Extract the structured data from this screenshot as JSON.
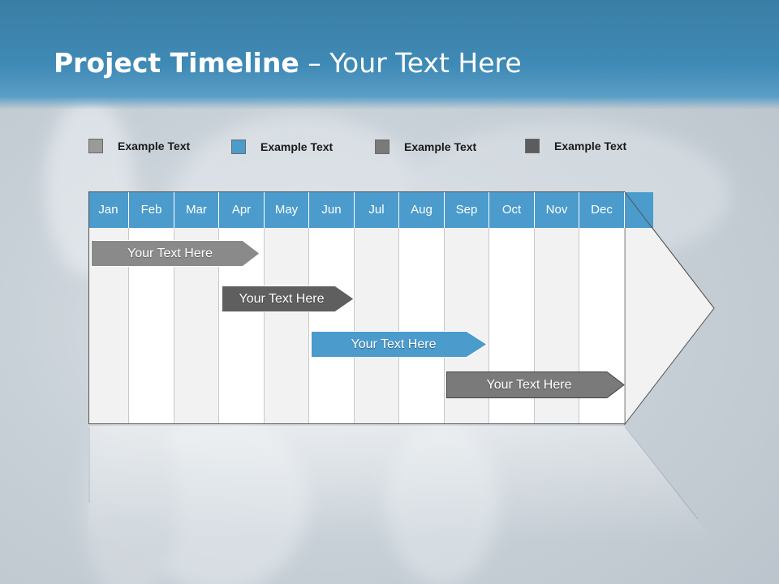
{
  "title": {
    "bold": "Project Timeline",
    "rest": " – Your Text Here"
  },
  "legend": [
    {
      "label": "Example Text",
      "color": "#9a9a9a"
    },
    {
      "label": "Example Text",
      "color": "#4b9bcc"
    },
    {
      "label": "Example Text",
      "color": "#7a7a7a"
    },
    {
      "label": "Example Text",
      "color": "#5c5c5c"
    }
  ],
  "months": [
    "Jan",
    "Feb",
    "Mar",
    "Apr",
    "May",
    "Jun",
    "Jul",
    "Aug",
    "Sep",
    "Oct",
    "Nov",
    "Dec"
  ],
  "tasks": [
    {
      "label": "Your  Text Here",
      "color": "#8a8a8a"
    },
    {
      "label": "Your  Text Here",
      "color": "#5f5f5f"
    },
    {
      "label": "Your  Text Here",
      "color": "#4b9bcc"
    },
    {
      "label": "Your  Text Here",
      "color": "#7a7a7a"
    }
  ],
  "colors": {
    "header": "#3f8ab6",
    "month_header": "#4b9bcc",
    "column_light": "#f2f2f2",
    "column_white": "#ffffff"
  }
}
